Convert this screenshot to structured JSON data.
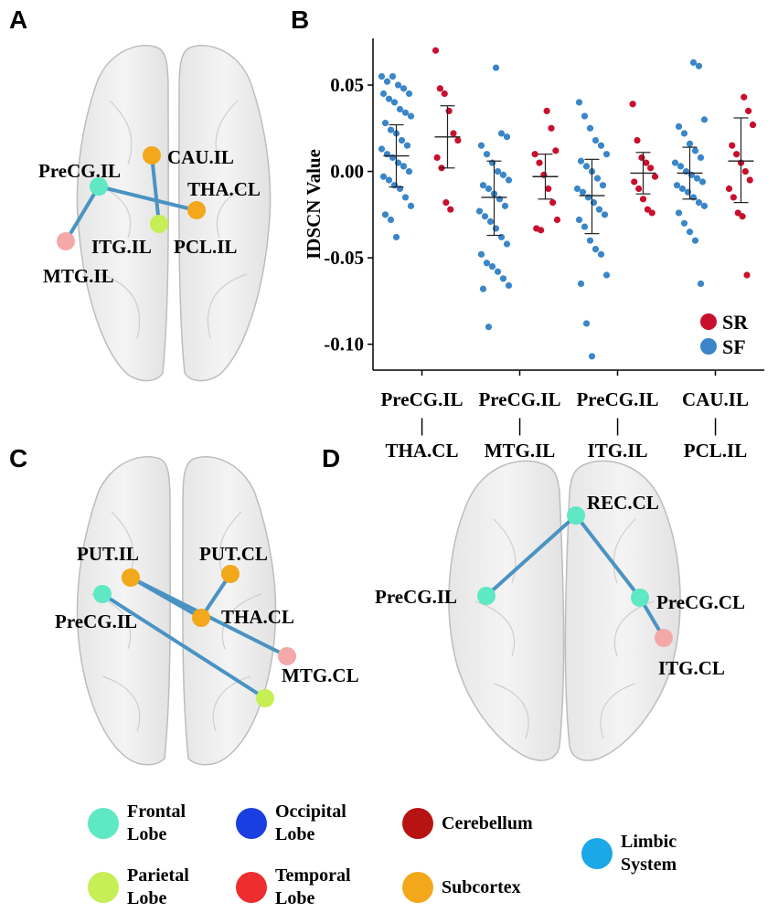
{
  "panels": {
    "a": {
      "letter": "A",
      "nodes": {
        "cau": "CAU.IL",
        "precg": "PreCG.IL",
        "tha": "THA.CL",
        "itg": "ITG.IL",
        "pcl": "PCL.IL",
        "mtg": "MTG.IL"
      }
    },
    "b": {
      "letter": "B"
    },
    "c": {
      "letter": "C",
      "nodes": {
        "put_il": "PUT.IL",
        "put_cl": "PUT.CL",
        "precg": "PreCG.IL",
        "tha": "THA.CL",
        "mtg": "MTG.CL"
      }
    },
    "d": {
      "letter": "D",
      "nodes": {
        "rec": "REC.CL",
        "precg_il": "PreCG.IL",
        "precg_cl": "PreCG.CL",
        "itg": "ITG.CL"
      }
    }
  },
  "colors": {
    "frontal": "#5ee8c4",
    "occipital": "#1a3fe0",
    "cerebellum": "#b81313",
    "limbic": "#1ba8e6",
    "parietal": "#c6ee55",
    "temporal": "#ee2e2e",
    "subcortex": "#f2a81a",
    "sr": "#c8102e",
    "sf": "#3a86c8",
    "edge": "#4a93c2"
  },
  "legend": {
    "frontal": "Frontal\nLobe",
    "occipital": "Occipital\nLobe",
    "cerebellum": "Cerebellum",
    "limbic": "Limbic\nSystem",
    "parietal": "Parietal\nLobe",
    "temporal": "Temporal\nLobe",
    "subcortex": "Subcortex"
  },
  "chart_data": {
    "type": "scatter",
    "ylabel": "IDSCN Value",
    "ylim": [
      -0.115,
      0.077
    ],
    "yticks": [
      0.05,
      0.0,
      -0.05,
      -0.1
    ],
    "ytick_labels": [
      "0.05",
      "0.00",
      "-0.05",
      "-0.10"
    ],
    "grid": false,
    "legend_position": "bottom-right",
    "categories": [
      {
        "top": "PreCG.IL",
        "sep": "|",
        "bottom": "THA.CL"
      },
      {
        "top": "PreCG.IL",
        "sep": "|",
        "bottom": "MTG.IL"
      },
      {
        "top": "PreCG.IL",
        "sep": "|",
        "bottom": "ITG.IL"
      },
      {
        "top": "CAU.IL",
        "sep": "|",
        "bottom": "PCL.IL"
      }
    ],
    "series": [
      {
        "name": "SF",
        "color": "#3a86c8",
        "groups": [
          {
            "mean": 0.009,
            "sd_low": -0.009,
            "sd_high": 0.027,
            "values": [
              0.055,
              0.052,
              0.055,
              0.05,
              0.048,
              0.045,
              0.045,
              0.042,
              0.04,
              0.036,
              0.034,
              0.032,
              0.028,
              0.024,
              0.022,
              0.018,
              0.015,
              0.013,
              0.01,
              0.008,
              0.005,
              0.003,
              0.0,
              -0.003,
              -0.005,
              -0.008,
              -0.01,
              -0.015,
              -0.02,
              -0.025,
              -0.028,
              -0.038
            ]
          },
          {
            "mean": -0.015,
            "sd_low": -0.037,
            "sd_high": 0.006,
            "values": [
              0.06,
              0.022,
              0.02,
              0.015,
              0.01,
              0.005,
              0.0,
              -0.002,
              -0.005,
              -0.008,
              -0.01,
              -0.013,
              -0.016,
              -0.02,
              -0.023,
              -0.026,
              -0.029,
              -0.033,
              -0.038,
              -0.042,
              -0.048,
              -0.053,
              -0.055,
              -0.058,
              -0.062,
              -0.066,
              -0.068,
              -0.09
            ]
          },
          {
            "mean": -0.014,
            "sd_low": -0.036,
            "sd_high": 0.007,
            "values": [
              0.04,
              0.032,
              0.025,
              0.018,
              0.015,
              0.01,
              0.006,
              0.003,
              0.0,
              -0.004,
              -0.008,
              -0.01,
              -0.012,
              -0.015,
              -0.018,
              -0.022,
              -0.025,
              -0.028,
              -0.032,
              -0.04,
              -0.045,
              -0.048,
              -0.06,
              -0.065,
              -0.088,
              -0.107
            ]
          },
          {
            "mean": -0.001,
            "sd_low": -0.016,
            "sd_high": 0.014,
            "values": [
              0.063,
              0.061,
              0.03,
              0.026,
              0.022,
              0.016,
              0.012,
              0.008,
              0.005,
              0.003,
              0.0,
              -0.002,
              -0.004,
              -0.006,
              -0.008,
              -0.01,
              -0.012,
              -0.015,
              -0.018,
              -0.02,
              -0.024,
              -0.03,
              -0.035,
              -0.04,
              -0.065
            ]
          }
        ]
      },
      {
        "name": "SR",
        "color": "#c8102e",
        "groups": [
          {
            "mean": 0.02,
            "sd_low": 0.002,
            "sd_high": 0.038,
            "values": [
              0.07,
              0.048,
              0.045,
              0.035,
              0.022,
              0.018,
              0.008,
              0.002,
              -0.018,
              -0.022
            ]
          },
          {
            "mean": -0.003,
            "sd_low": -0.016,
            "sd_high": 0.01,
            "values": [
              0.035,
              0.025,
              0.012,
              0.01,
              0.005,
              -0.002,
              -0.01,
              -0.018,
              -0.028,
              -0.033,
              -0.034
            ]
          },
          {
            "mean": -0.001,
            "sd_low": -0.013,
            "sd_high": 0.011,
            "values": [
              0.039,
              0.018,
              0.008,
              0.005,
              0.002,
              -0.003,
              -0.006,
              -0.01,
              -0.016,
              -0.022,
              -0.024
            ]
          },
          {
            "mean": 0.006,
            "sd_low": -0.018,
            "sd_high": 0.031,
            "values": [
              0.043,
              0.035,
              0.027,
              0.015,
              0.01,
              0.005,
              0.0,
              -0.005,
              -0.01,
              -0.015,
              -0.024,
              -0.026,
              -0.06
            ]
          }
        ]
      }
    ]
  }
}
